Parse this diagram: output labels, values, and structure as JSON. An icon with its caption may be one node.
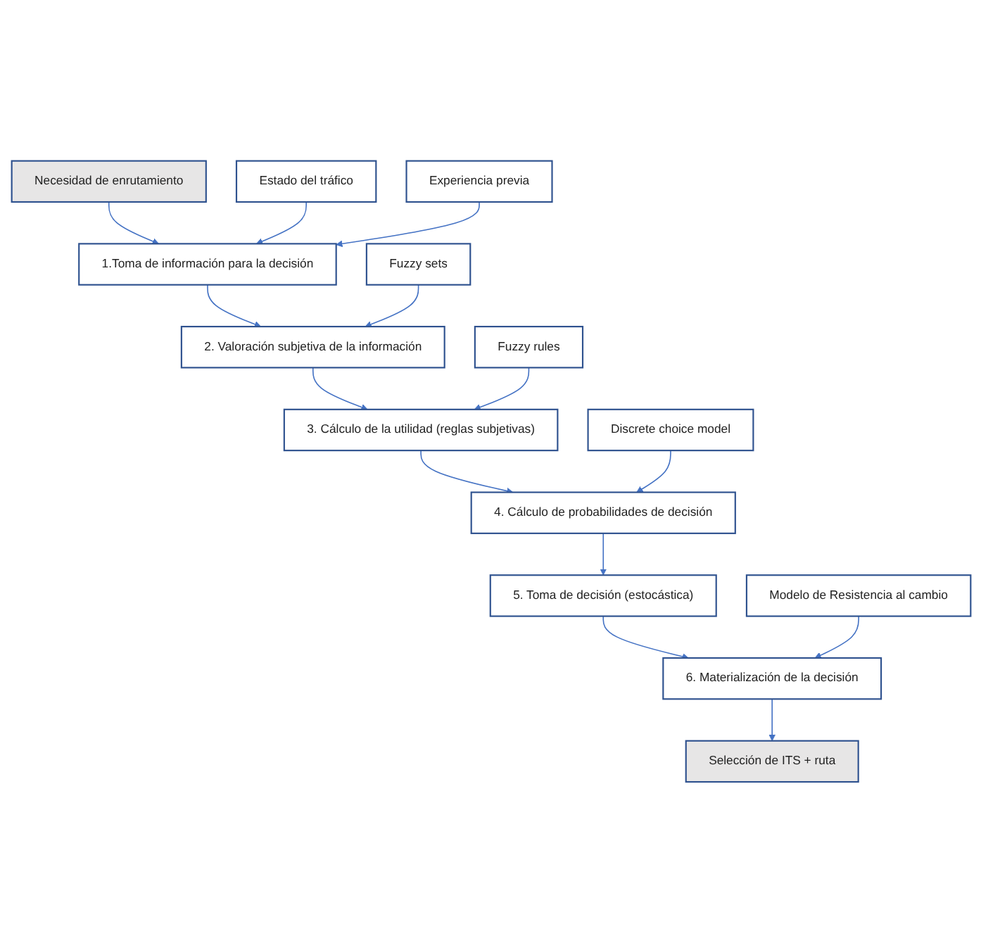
{
  "diagram": {
    "nodes": [
      {
        "text": [
          "Necesidad de enrutamiento"
        ]
      },
      {
        "text": [
          "Estado del tráfico"
        ]
      },
      {
        "text": [
          "Experiencia previa"
        ]
      },
      {
        "text": [
          "1.Toma de información para la decisión"
        ]
      },
      {
        "text": [
          "Fuzzy sets"
        ]
      },
      {
        "text": [
          "2. Valoración subjetiva de la información"
        ]
      },
      {
        "text": [
          "Fuzzy rules"
        ]
      },
      {
        "text": [
          "3. Cálculo de la utilidad (reglas subjetivas)"
        ]
      },
      {
        "text": [
          "Discrete choice model"
        ]
      },
      {
        "text": [
          "4. Cálculo de probabilidades de decisión"
        ]
      },
      {
        "text": [
          "5. Toma de decisión (estocástica)"
        ]
      },
      {
        "text": [
          "Modelo de Resistencia al cambio"
        ]
      },
      {
        "text": [
          "6. Materialización de la decisión"
        ]
      },
      {
        "text": [
          "Selección de ITS + ruta"
        ]
      }
    ],
    "edges": [
      {
        "from": 0,
        "to": 3,
        "arrow": "to"
      },
      {
        "from": 1,
        "to": 3,
        "arrow": "to"
      },
      {
        "from": 2,
        "to": 3,
        "arrow": "to"
      },
      {
        "from": 3,
        "to": 5,
        "arrow": "to"
      },
      {
        "from": 4,
        "to": 5,
        "arrow": "to"
      },
      {
        "from": 5,
        "to": 7,
        "arrow": "to"
      },
      {
        "from": 6,
        "to": 7,
        "arrow": "to"
      },
      {
        "from": 7,
        "to": 9,
        "arrow": "to"
      },
      {
        "from": 8,
        "to": 9,
        "arrow": "to"
      },
      {
        "from": 9,
        "to": 10,
        "arrow": "to"
      },
      {
        "from": 10,
        "to": 12,
        "arrow": "to"
      },
      {
        "from": 11,
        "to": 12,
        "arrow": "to"
      },
      {
        "from": 12,
        "to": 13,
        "arrow": "to"
      }
    ]
  }
}
